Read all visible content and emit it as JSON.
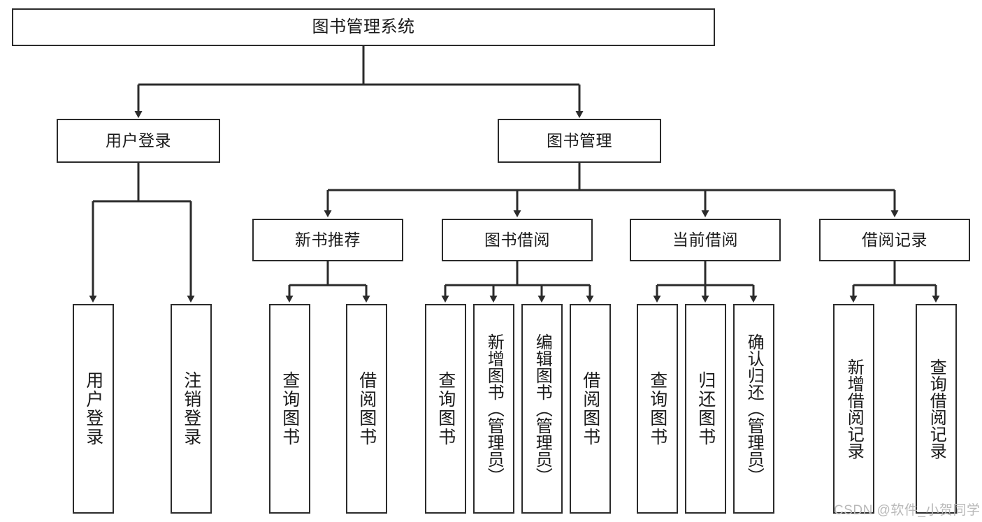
{
  "diagram": {
    "type": "tree-hierarchy-chart",
    "title": "图书管理系统",
    "watermark": "CSDN @软件_小贺同学",
    "colors": {
      "stroke": "#2b2b2b",
      "fill": "#ffffff",
      "text": "#1a1a1a",
      "watermark": "#b9b9b9"
    },
    "nodes": {
      "root": {
        "label": "图书管理系统"
      },
      "level2": [
        {
          "id": "user-login",
          "label": "用户登录"
        },
        {
          "id": "book-management",
          "label": "图书管理"
        }
      ],
      "level3": [
        {
          "id": "new-book-recommend",
          "label": "新书推荐"
        },
        {
          "id": "book-borrow",
          "label": "图书借阅"
        },
        {
          "id": "current-borrow",
          "label": "当前借阅"
        },
        {
          "id": "borrow-record",
          "label": "借阅记录"
        }
      ],
      "leaves": [
        {
          "id": "leaf-user-login",
          "label": "用户登录",
          "parent": "user-login"
        },
        {
          "id": "leaf-logout",
          "label": "注销登录",
          "parent": "user-login"
        },
        {
          "id": "leaf-query-book-1",
          "label": "查询图书",
          "parent": "new-book-recommend"
        },
        {
          "id": "leaf-borrow-book-1",
          "label": "借阅图书",
          "parent": "new-book-recommend"
        },
        {
          "id": "leaf-query-book-2",
          "label": "查询图书",
          "parent": "book-borrow"
        },
        {
          "id": "leaf-add-book",
          "label": "新增图书（管理员）",
          "parent": "book-borrow"
        },
        {
          "id": "leaf-edit-book",
          "label": "编辑图书（管理员）",
          "parent": "book-borrow"
        },
        {
          "id": "leaf-borrow-book-2",
          "label": "借阅图书",
          "parent": "book-borrow"
        },
        {
          "id": "leaf-query-book-3",
          "label": "查询图书",
          "parent": "current-borrow"
        },
        {
          "id": "leaf-return-book",
          "label": "归还图书",
          "parent": "current-borrow"
        },
        {
          "id": "leaf-confirm-return",
          "label": "确认归还（管理员）",
          "parent": "current-borrow"
        },
        {
          "id": "leaf-add-record",
          "label": "新增借阅记录",
          "parent": "borrow-record"
        },
        {
          "id": "leaf-query-record",
          "label": "查询借阅记录",
          "parent": "borrow-record"
        }
      ]
    }
  }
}
